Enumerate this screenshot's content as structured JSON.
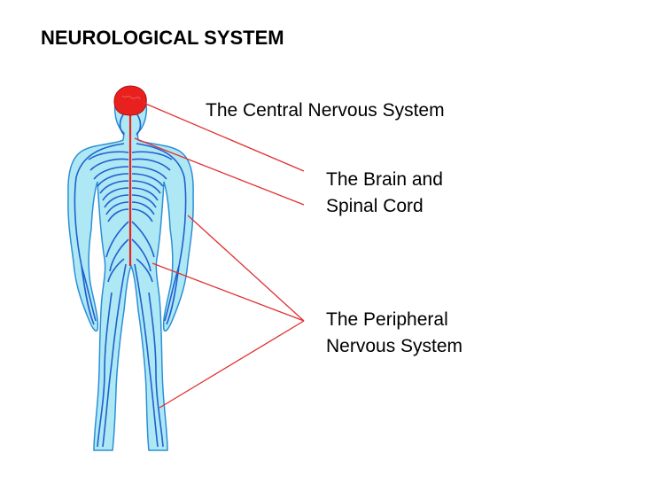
{
  "title": "NEUROLOGICAL SYSTEM",
  "labels": {
    "cns": "The Central Nervous System",
    "brain_line1": "The Brain and",
    "brain_line2": "Spinal Cord",
    "pns_line1": "The Peripheral",
    "pns_line2": "Nervous System"
  },
  "colors": {
    "body_fill": "#aee8f4",
    "body_outline": "#2b8fd6",
    "nerve": "#1f5fd0",
    "brain": "#e8201e",
    "pointer_line": "#e23030"
  }
}
